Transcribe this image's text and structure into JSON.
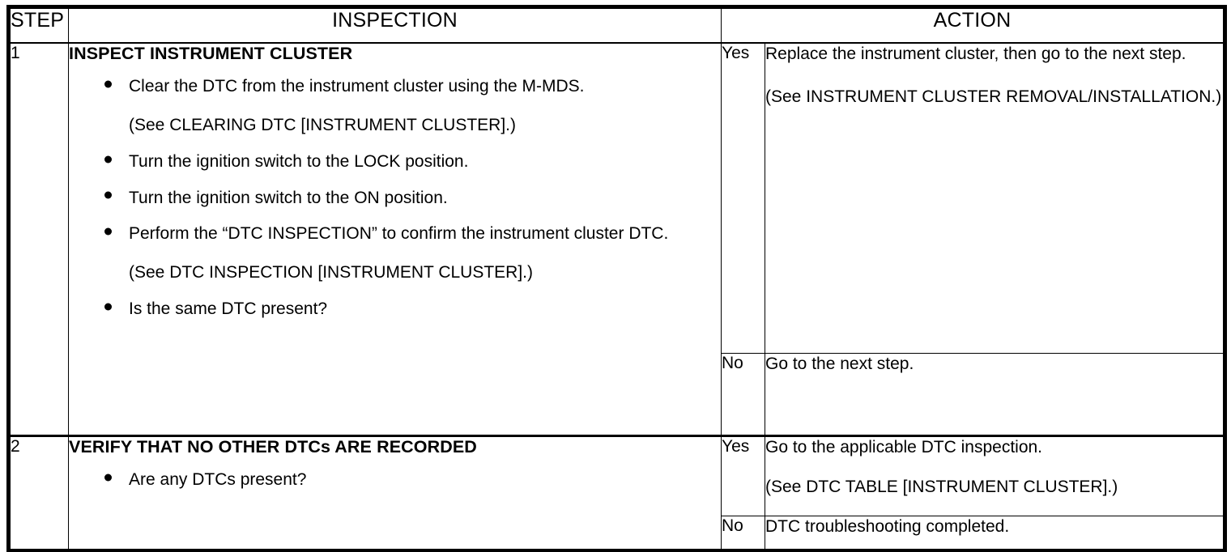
{
  "document": {
    "type": "dtc-troubleshooting-table"
  },
  "table": {
    "headers": {
      "step": "STEP",
      "inspection": "INSPECTION",
      "action": "ACTION"
    },
    "rows": [
      {
        "step": "1",
        "inspection": {
          "title": "INSPECT INSTRUMENT CLUSTER",
          "items": [
            {
              "kind": "bullet",
              "text": "Clear the DTC from the instrument cluster using the M-MDS."
            },
            {
              "kind": "note",
              "text": "(See CLEARING DTC [INSTRUMENT CLUSTER].)"
            },
            {
              "kind": "bullet",
              "text": "Turn the ignition switch to the LOCK position."
            },
            {
              "kind": "bullet",
              "text": "Turn the ignition switch to the ON position."
            },
            {
              "kind": "bullet",
              "text": "Perform the “DTC INSPECTION” to confirm the instrument cluster DTC."
            },
            {
              "kind": "note",
              "text": "(See DTC INSPECTION [INSTRUMENT CLUSTER].)"
            },
            {
              "kind": "bullet",
              "text": "Is the same DTC present?"
            }
          ]
        },
        "actions": [
          {
            "answer": "Yes",
            "lines": [
              "Replace the instrument cluster, then go to the next step.",
              "(See INSTRUMENT CLUSTER REMOVAL/INSTALLATION.)"
            ]
          },
          {
            "answer": "No",
            "lines": [
              "Go to the next step."
            ]
          }
        ]
      },
      {
        "step": "2",
        "inspection": {
          "title": "VERIFY THAT NO OTHER DTCs ARE RECORDED",
          "items": [
            {
              "kind": "bullet",
              "text": "Are any DTCs present?"
            }
          ]
        },
        "actions": [
          {
            "answer": "Yes",
            "lines": [
              "Go to the applicable DTC inspection.",
              "(See DTC TABLE [INSTRUMENT CLUSTER].)"
            ]
          },
          {
            "answer": "No",
            "lines": [
              "DTC troubleshooting completed."
            ]
          }
        ]
      }
    ]
  },
  "colors": {
    "ink": "#000000",
    "paper": "#ffffff"
  }
}
